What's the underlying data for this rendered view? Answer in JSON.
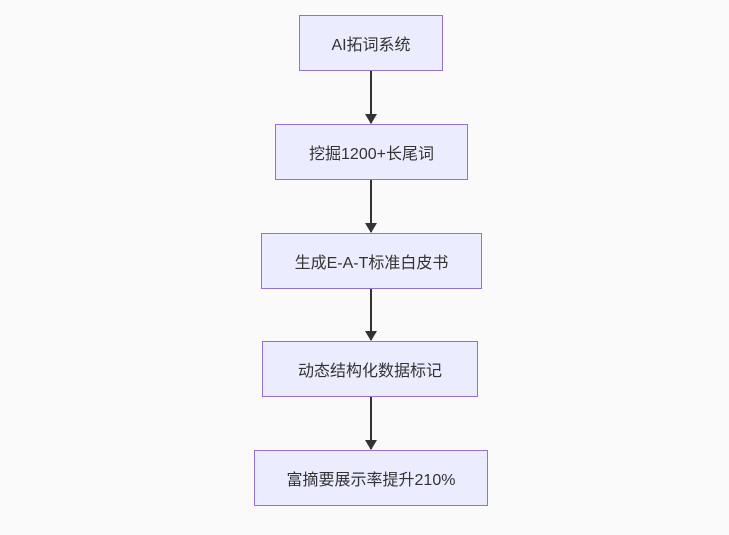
{
  "diagram": {
    "type": "flowchart",
    "direction": "top-down",
    "nodes": [
      {
        "id": "n1",
        "label": "AI拓词系统"
      },
      {
        "id": "n2",
        "label": "挖掘1200+长尾词"
      },
      {
        "id": "n3",
        "label": "生成E-A-T标准白皮书"
      },
      {
        "id": "n4",
        "label": "动态结构化数据标记"
      },
      {
        "id": "n5",
        "label": "富摘要展示率提升210%"
      }
    ],
    "edges": [
      {
        "from": "n1",
        "to": "n2"
      },
      {
        "from": "n2",
        "to": "n3"
      },
      {
        "from": "n3",
        "to": "n4"
      },
      {
        "from": "n4",
        "to": "n5"
      }
    ],
    "colors": {
      "background": "#fafafa",
      "node_fill": "#ECECFF",
      "node_border": "#9370DB",
      "edge_line": "#333333",
      "text": "#333333"
    }
  }
}
